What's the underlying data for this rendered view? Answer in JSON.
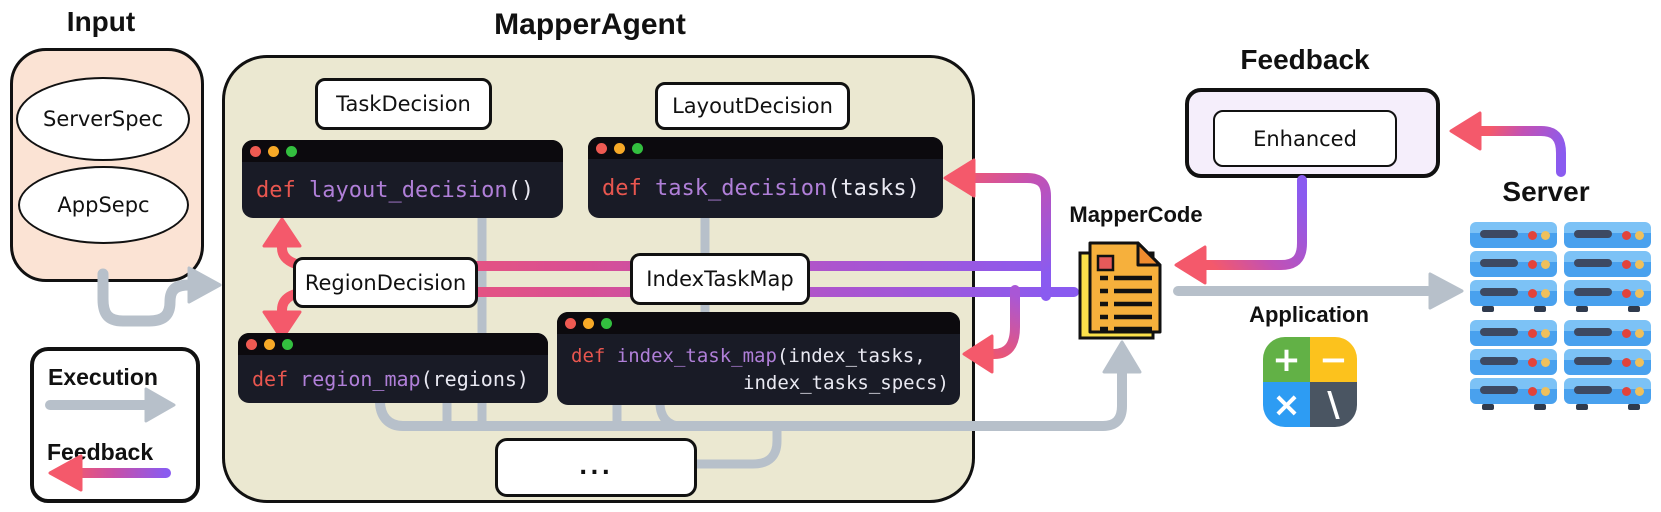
{
  "input": {
    "title": "Input",
    "items": [
      "ServerSpec",
      "AppSepc"
    ]
  },
  "legend": {
    "execution_label": "Execution",
    "feedback_label": "Feedback"
  },
  "agent": {
    "title": "MapperAgent",
    "labels": {
      "task": "TaskDecision",
      "layout": "LayoutDecision",
      "region": "RegionDecision",
      "index": "IndexTaskMap"
    },
    "windows": [
      {
        "keyword": "def",
        "name": "layout_decision",
        "args": "()"
      },
      {
        "keyword": "def",
        "name": "task_decision",
        "args": "(tasks)"
      },
      {
        "keyword": "def",
        "name": "region_map",
        "args": "(regions)"
      },
      {
        "keyword": "def",
        "name": "index_task_map",
        "args": "(index_tasks,",
        "args2": "index_tasks_specs)"
      }
    ],
    "more_label": "..."
  },
  "mapper_code": {
    "label": "MapperCode"
  },
  "feedback": {
    "title": "Feedback",
    "inner_label": "Enhanced"
  },
  "server": {
    "title": "Server"
  },
  "application": {
    "label": "Application",
    "calc_symbols": [
      "+",
      "−",
      "×",
      "\\"
    ]
  },
  "colors": {
    "execution_arrow": "#b7c0ca",
    "feedback_pink": "#f4596b",
    "feedback_purple": "#8a5bf0",
    "agent_fill": "#ebe8d1",
    "input_fill": "#fbe3d4",
    "feedback_box_fill": "#f5eefb",
    "code_window_bg": "#191b26",
    "code_keyword": "#e8564f",
    "code_function": "#b07fd8",
    "code_text": "#e9e9f2",
    "traffic_red": "#ef5a52",
    "traffic_yellow": "#f7a927",
    "traffic_green": "#33bf3f",
    "server_blue": "#49a1ee",
    "doc_orange": "#f6b03c",
    "doc_yellow": "#fbe14b"
  }
}
